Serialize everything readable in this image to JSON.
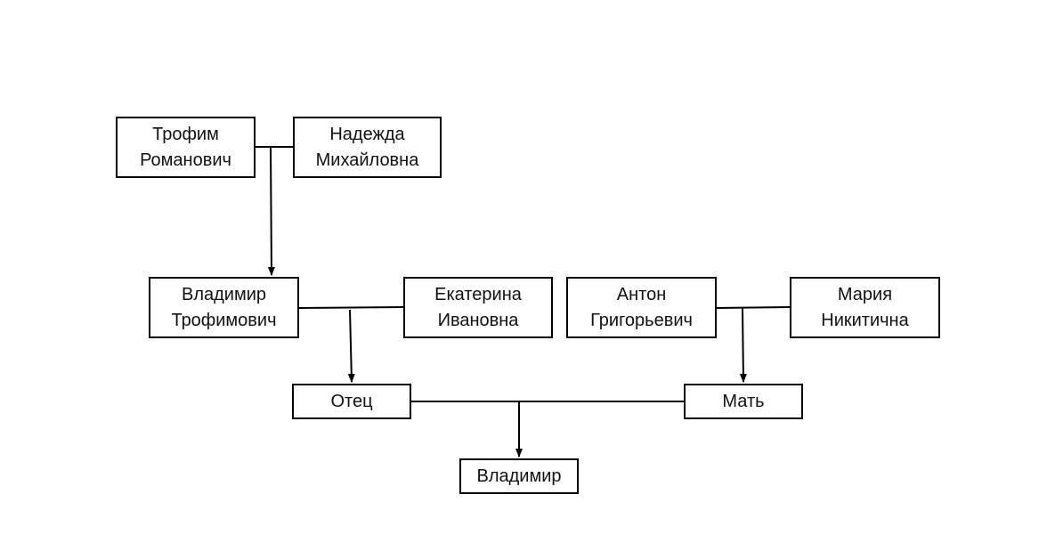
{
  "diagram": {
    "nodes": {
      "trofim": {
        "line1": "Трофим",
        "line2": "Романович"
      },
      "nadezhda": {
        "line1": "Надежда",
        "line2": "Михайловна"
      },
      "vladimir_t": {
        "line1": "Владимир",
        "line2": "Трофимович"
      },
      "ekaterina": {
        "line1": "Екатерина",
        "line2": "Ивановна"
      },
      "anton": {
        "line1": "Антон",
        "line2": "Григорьевич"
      },
      "maria": {
        "line1": "Мария",
        "line2": "Никитична"
      },
      "otec": {
        "label": "Отец"
      },
      "mat": {
        "label": "Мать"
      },
      "vladimir": {
        "label": "Владимир"
      }
    },
    "couples": [
      {
        "partners": [
          "trofim",
          "nadezhda"
        ],
        "child": "vladimir_t"
      },
      {
        "partners": [
          "vladimir_t",
          "ekaterina"
        ],
        "child": "otec"
      },
      {
        "partners": [
          "anton",
          "maria"
        ],
        "child": "mat"
      },
      {
        "partners": [
          "otec",
          "mat"
        ],
        "child": "vladimir"
      }
    ],
    "line_color": "#000000"
  }
}
